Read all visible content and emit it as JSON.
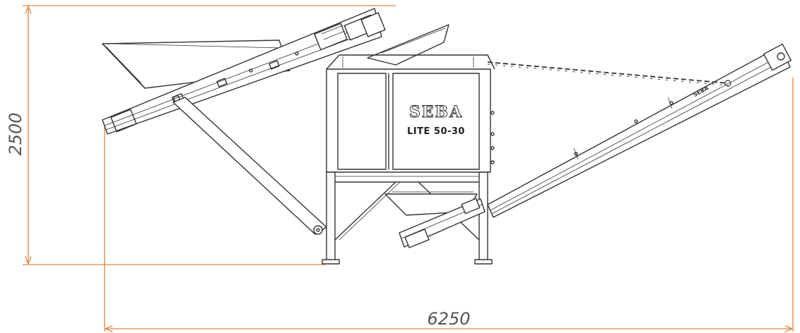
{
  "dimensions": {
    "height_label": "2500",
    "length_label": "6250"
  },
  "machine": {
    "brand": "SEBA",
    "model": "LITE 50-30",
    "conveyor_brand": "SEBA"
  },
  "colors": {
    "dimension_line": "#e2843c",
    "dimension_text": "#555555",
    "outline": "#333333",
    "background": "#ffffff"
  }
}
